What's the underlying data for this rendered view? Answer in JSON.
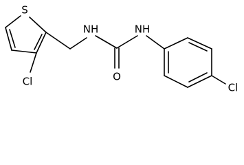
{
  "molecule": {
    "atoms": {
      "sulfur": "S",
      "chlorine_thiophene": "Cl",
      "nitrogen_left": "NH",
      "nitrogen_right": "NH",
      "oxygen": "O",
      "chlorine_phenyl": "Cl"
    },
    "colors": {
      "line": "#000000",
      "background": "#ffffff"
    }
  }
}
